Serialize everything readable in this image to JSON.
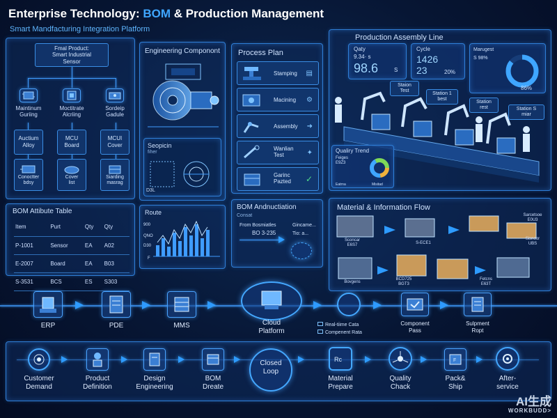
{
  "header": {
    "title_prefix": "Enterprise Technology: ",
    "title_highlight": "BOM",
    "title_suffix": " & Production Management",
    "subtitle": "Smart Mandfacturing Integration Platform",
    "highlight_color": "#3fa6ff"
  },
  "tree": {
    "root": "Fmal Product:\nSmart Industrial\nSensor",
    "level1": [
      "Maintinum\nGuriing",
      "Moctitrate\nAlcriing",
      "Sordeip\nGadule"
    ],
    "level2": [
      "Auctium\nAlloy",
      "MCU\nBoard",
      "MCUI\nCover"
    ],
    "level3": [
      "Conoctter\nbdsy",
      "Cover\nlist",
      "Siarding\nmasrag"
    ]
  },
  "engineering": {
    "title": "Engineering Componont",
    "sub_title": "Seopicin",
    "sub_caption": "fiher",
    "corner_label": "D3L"
  },
  "route": {
    "title": "Route",
    "axis_labels": [
      "900",
      "QNO",
      "D30"
    ],
    "tick_label": "F"
  },
  "process": {
    "title": "Process Plan",
    "steps": [
      "Stamping",
      "Macining",
      "Assembly",
      "Wanlian\nTest",
      "Garinc\nPazted"
    ]
  },
  "assembly": {
    "title": "Production Assembly Line",
    "qty_label": "Qaty",
    "qty_sub": "9.34· s",
    "qty_value": "98.6",
    "qty_unit": "S",
    "cycle_label": "Cycle",
    "cycle_value_1": "1426",
    "cycle_value_2": "23",
    "cycle_pct": "20%",
    "gauge_label": "Marugest",
    "gauge_sub": "S 98%",
    "gauge_pct": "86%",
    "stations": [
      "Staion\nTest",
      "Station 1\nbest",
      "Station\nrest",
      "Station S\nmiar"
    ],
    "quality_title": "Qualiry Trend",
    "quality_sub": "Feiges\nE9Z3",
    "quality_axis": [
      "Eatrna",
      "Misitad"
    ]
  },
  "bom_table": {
    "title": "BOM Attibute Table",
    "headers": [
      "Item",
      "Purt",
      "Qty",
      "Qty"
    ],
    "rows": [
      [
        "P-1001",
        "Sensor",
        "EA",
        "A02"
      ],
      [
        "E-2007",
        "Board",
        "EA",
        "B03"
      ],
      [
        "S-3531",
        "BCS",
        "ES",
        "S303"
      ]
    ]
  },
  "bom_auth": {
    "title": "BOM Andnuctiation",
    "sub": "Consat",
    "from_label": "From Bosmiatles",
    "from_value": "BO 3-235",
    "to_label": "Gincame...",
    "to_value": "Tio: a..."
  },
  "material": {
    "title": "Material & Information Flow",
    "labels": [
      "Sconcar\nE6S7",
      "S-ECE1",
      "Sarcetsoe\nE0U3",
      "Sisnoor\nUBS",
      "Bovgens",
      "BCD725\nBGT3",
      "Fetcns\nE63T"
    ]
  },
  "systems": {
    "items": [
      "ERP",
      "PDE",
      "MMS",
      "Cloud\nPlatform"
    ],
    "legend": [
      "Real-tiime Cata",
      "Compenent Rata"
    ],
    "extra": [
      "Component\nPass",
      "Sulpment\nRopt"
    ]
  },
  "flow": {
    "steps": [
      "Customer\nDemand",
      "Product\nDefinition",
      "Design\nEngineering",
      "BOM\nDreate",
      "Closed\nLoop",
      "Material\nPrepare",
      "Quality\nChack",
      "Pack&\nShip",
      "After-\nservice"
    ]
  },
  "watermark": {
    "line1": "AI生成",
    "line2": "WORKBUDD>"
  }
}
